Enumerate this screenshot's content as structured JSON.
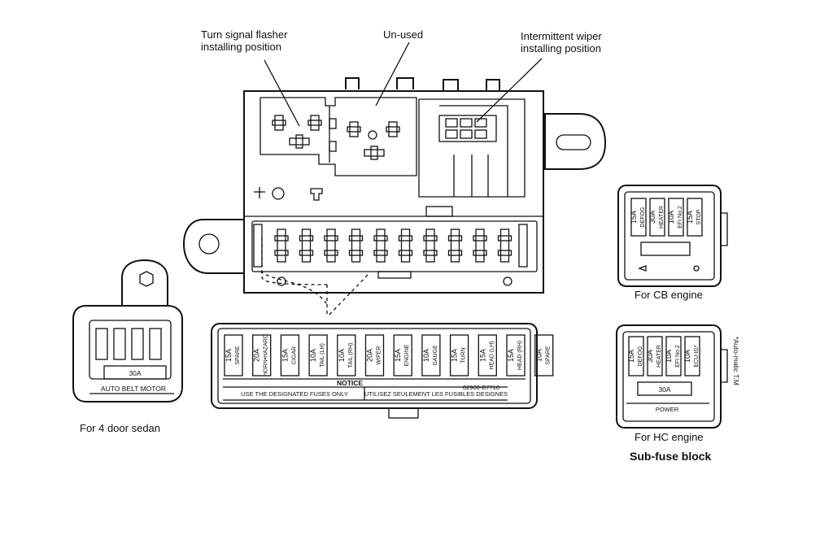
{
  "labels": {
    "turn_signal": [
      "Turn signal flasher",
      "installing position"
    ],
    "unused": "Un-used",
    "wiper": [
      "Intermittent wiper",
      "installing position"
    ],
    "for_4door": "For 4 door sedan",
    "for_cb": "For CB engine",
    "for_hc": "For HC engine",
    "sub_fuse_block": "Sub-fuse block",
    "automatic": "*Auto-matic T.M"
  },
  "auto_belt": {
    "rating": "30A",
    "name": "AUTO BELT MOTOR"
  },
  "main_fuses": [
    {
      "amp": "15A",
      "name": "SPARE"
    },
    {
      "amp": "20A",
      "name": "HORN•HAZARD"
    },
    {
      "amp": "15A",
      "name": "CIGAR"
    },
    {
      "amp": "10A",
      "name": "TAIL (LH)"
    },
    {
      "amp": "10A",
      "name": "TAIL (RH)"
    },
    {
      "amp": "20A",
      "name": "WIPER"
    },
    {
      "amp": "15A",
      "name": "ENGINE"
    },
    {
      "amp": "10A",
      "name": "GAUGE"
    },
    {
      "amp": "15A",
      "name": "TURN"
    },
    {
      "amp": "15A",
      "name": "HEAD (LH)"
    },
    {
      "amp": "15A",
      "name": "HEAD (RH)"
    },
    {
      "amp": "10A",
      "name": "SPARE"
    }
  ],
  "notice": {
    "title": "NOTICE",
    "en": "USE THE DESIGNATED FUSES ONLY",
    "fr": "UTILISEZ SEULEMENT LES FUSIBLES DESIGNES",
    "part_no": "82900-B7710"
  },
  "cb_fuses": [
    {
      "amp": "15A",
      "name": "DEFOG"
    },
    {
      "amp": "30A",
      "name": "HEATER"
    },
    {
      "amp": "10A",
      "name": "EFI No.2"
    },
    {
      "amp": "15A",
      "name": "STOP"
    }
  ],
  "hc_fuses": [
    {
      "amp": "15A",
      "name": "DEFOG"
    },
    {
      "amp": "30A",
      "name": "HEATER"
    },
    {
      "amp": "10A",
      "name": "EFI No.2"
    },
    {
      "amp": "10A",
      "name": "ECU-IG*"
    }
  ],
  "hc_power": {
    "rating": "30A",
    "name": "POWER"
  }
}
